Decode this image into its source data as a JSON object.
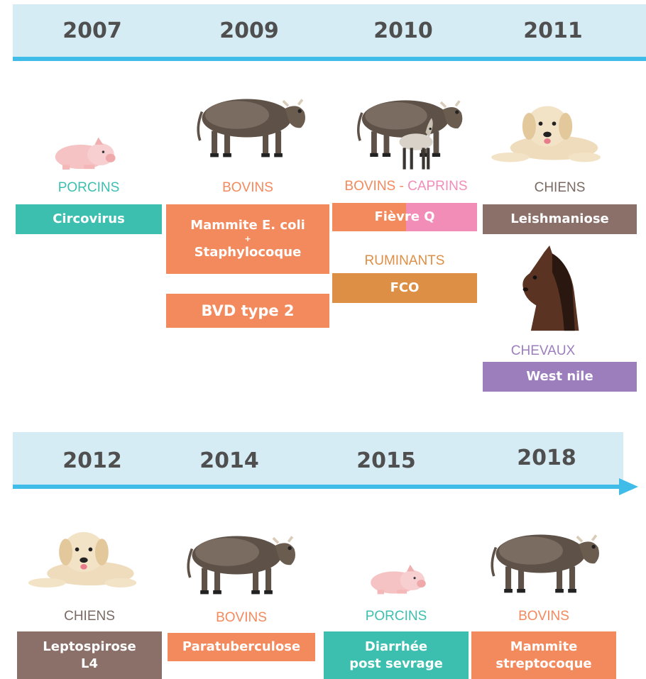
{
  "colors": {
    "band": "#d6ecf5",
    "line": "#3fbde8",
    "year": "#4f4f4f",
    "porcins": "#3dbfb0",
    "bovins": "#f38a5e",
    "caprins": "#f28db8",
    "chiens": "#8a7069",
    "ruminants": "#dd8f46",
    "chevaux": "#9c7ebd"
  },
  "timeline1": {
    "years": [
      "2007",
      "2009",
      "2010",
      "2011"
    ],
    "categories": {
      "porcins": "PORCINS",
      "bovins": "BOVINS",
      "bovins_caprins_a": "BOVINS - ",
      "bovins_caprins_b": "CAPRINS",
      "chiens": "CHIENS",
      "ruminants": "RUMINANTS",
      "chevaux": "CHEVAUX"
    },
    "diseases": {
      "circovirus": "Circovirus",
      "mammite_ecoli_1": "Mammite E. coli",
      "mammite_ecoli_plus": "+",
      "mammite_ecoli_2": "Staphylocoque",
      "bvd": "BVD type 2",
      "fievre_q": "Fièvre Q",
      "fco": "FCO",
      "leishmaniose": "Leishmaniose",
      "west_nile": "West nile"
    },
    "icons": [
      "pig-icon",
      "cow-icon",
      "cow-goat-icon",
      "dog-icon",
      "horse-icon"
    ]
  },
  "timeline2": {
    "years": [
      "2012",
      "2014",
      "2015",
      "2018"
    ],
    "categories": {
      "chiens": "CHIENS",
      "bovins": "BOVINS",
      "porcins": "PORCINS",
      "bovins2": "BOVINS"
    },
    "diseases": {
      "leptospirose_1": "Leptospirose",
      "leptospirose_2": "L4",
      "paratuberculose": "Paratuberculose",
      "diarrhee_1": "Diarrhée",
      "diarrhee_2": "post sevrage",
      "mammite_strep_1": "Mammite",
      "mammite_strep_2": "streptocoque"
    },
    "icons": [
      "dog-icon",
      "cow-icon",
      "pig-icon",
      "cow-icon"
    ]
  }
}
